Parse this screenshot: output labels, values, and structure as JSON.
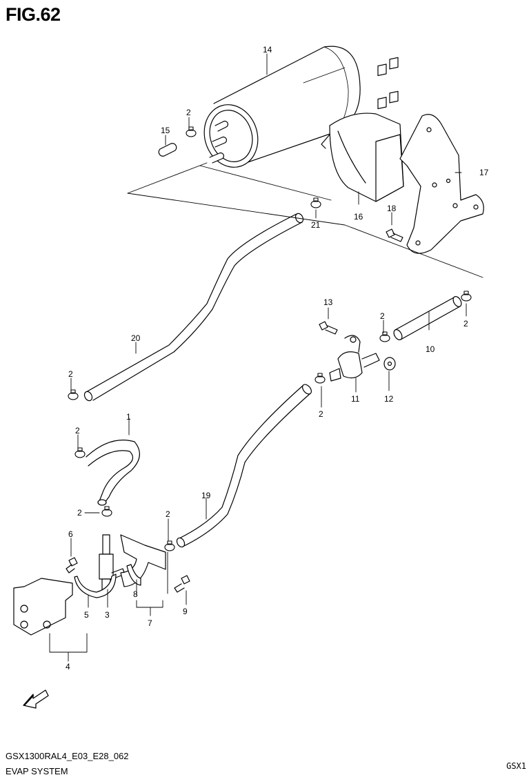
{
  "figure": {
    "title": "FIG.62"
  },
  "footer": {
    "model_code": "GSX1300RAL4_E03_E28_062",
    "section_title": "EVAP SYSTEM",
    "corner_code": "GSX1"
  },
  "callouts": [
    {
      "id": "l1",
      "text": "1"
    },
    {
      "id": "l2a",
      "text": "2"
    },
    {
      "id": "l2b",
      "text": "2"
    },
    {
      "id": "l2c",
      "text": "2"
    },
    {
      "id": "l2d",
      "text": "2"
    },
    {
      "id": "l2e",
      "text": "2"
    },
    {
      "id": "l2f",
      "text": "2"
    },
    {
      "id": "l2g",
      "text": "2"
    },
    {
      "id": "l2h",
      "text": "2"
    },
    {
      "id": "l3",
      "text": "3"
    },
    {
      "id": "l4",
      "text": "4"
    },
    {
      "id": "l5",
      "text": "5"
    },
    {
      "id": "l6",
      "text": "6"
    },
    {
      "id": "l7",
      "text": "7"
    },
    {
      "id": "l8",
      "text": "8"
    },
    {
      "id": "l9",
      "text": "9"
    },
    {
      "id": "l10",
      "text": "10"
    },
    {
      "id": "l11",
      "text": "11"
    },
    {
      "id": "l12",
      "text": "12"
    },
    {
      "id": "l13",
      "text": "13"
    },
    {
      "id": "l14",
      "text": "14"
    },
    {
      "id": "l15",
      "text": "15"
    },
    {
      "id": "l16",
      "text": "16"
    },
    {
      "id": "l17",
      "text": "17"
    },
    {
      "id": "l18",
      "text": "18"
    },
    {
      "id": "l19",
      "text": "19"
    },
    {
      "id": "l20",
      "text": "20"
    },
    {
      "id": "l21",
      "text": "21"
    }
  ]
}
